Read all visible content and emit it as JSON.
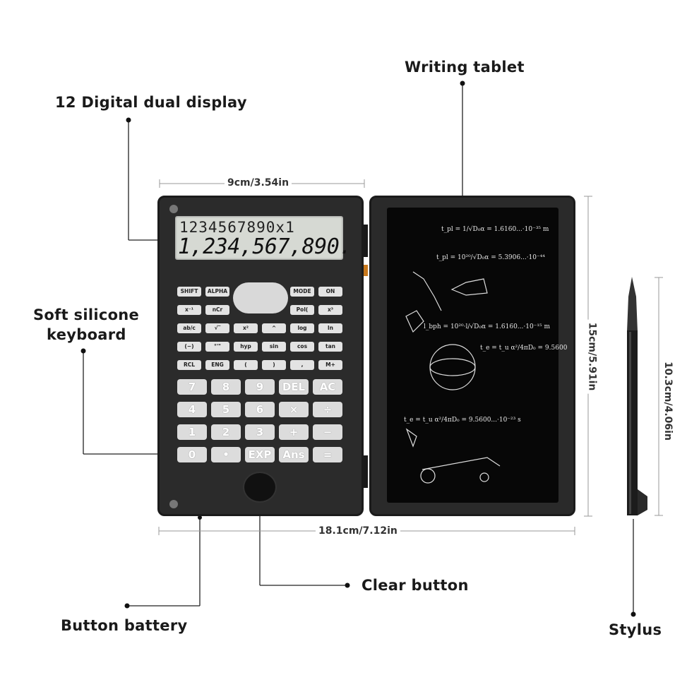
{
  "callouts": {
    "writing_tablet": "Writing tablet",
    "digital_display": "12 Digital dual display",
    "keyboard_line1": "Soft silicone",
    "keyboard_line2": "keyboard",
    "clear_button": "Clear button",
    "button_battery": "Button battery",
    "stylus": "Stylus"
  },
  "dimensions": {
    "calc_width": "9cm/3.54in",
    "total_width": "18.1cm/7.12in",
    "height": "15cm/5.91in",
    "stylus_length": "10.3cm/4.06in"
  },
  "display": {
    "top_line": "1234567890x1",
    "bottom_line": "1,234,567,890."
  },
  "function_keys": [
    [
      "SHIFT",
      "ALPHA",
      "",
      "",
      "MODE",
      "ON"
    ],
    [
      "x⁻¹",
      "nCr",
      "",
      "",
      "Pol(",
      "x³"
    ],
    [
      "ab/c",
      "√‾",
      "x²",
      "^",
      "log",
      "ln"
    ],
    [
      "(−)",
      "°'\"",
      "hyp",
      "sin",
      "cos",
      "tan"
    ],
    [
      "RCL",
      "ENG",
      "(",
      ")",
      ",",
      "M+"
    ]
  ],
  "number_keys": [
    [
      "7",
      "8",
      "9",
      "DEL",
      "AC"
    ],
    [
      "4",
      "5",
      "6",
      "×",
      "÷"
    ],
    [
      "1",
      "2",
      "3",
      "+",
      "−"
    ],
    [
      "0",
      "•",
      "EXP",
      "Ans",
      "="
    ]
  ],
  "tablet_notes": [
    "t_pl = 1/√D₀α = 1.6160...·10⁻³⁵ m",
    "t_pl = 10²⁰/√D₀α = 5.3906...·10⁻⁴⁴",
    "l_bph = 10²⁰·l/√D₀α = 1.6160...·10⁻¹⁵ m",
    "t_e = t_u α²/4πD₀ = 9.5600",
    "t_e = t_u α²/4πD₀ = 9.5600...·10⁻²³ s"
  ]
}
